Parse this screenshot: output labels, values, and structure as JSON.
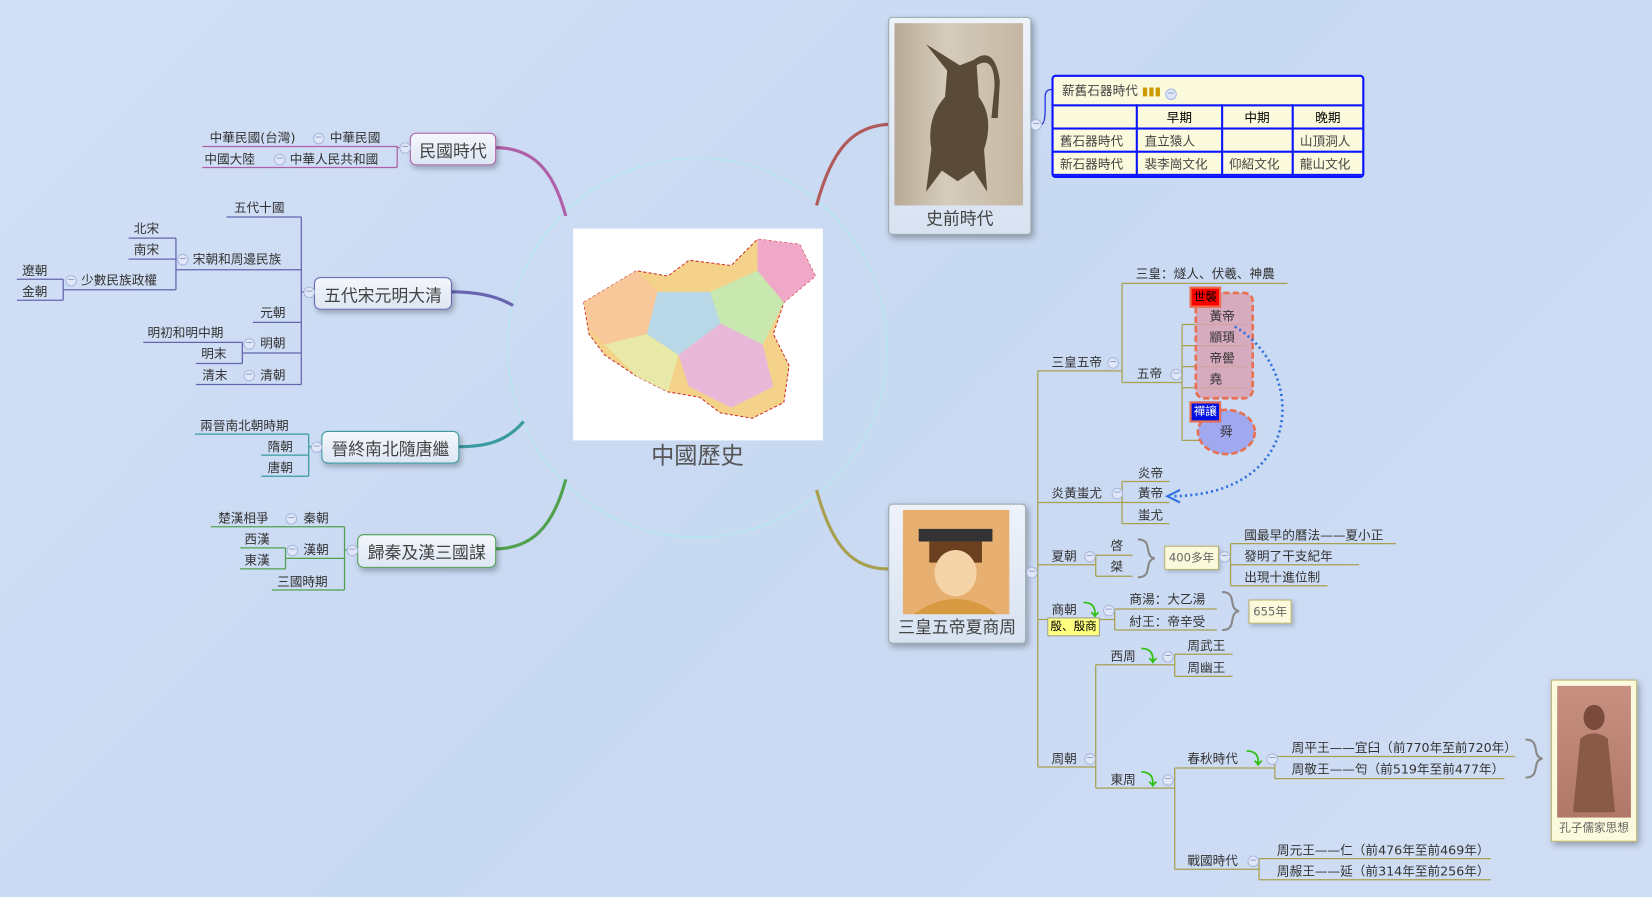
{
  "central": {
    "title": "中國歷史",
    "image": "china-map"
  },
  "colors": {
    "background": "#cddcf4",
    "prehistory": "#b05a5a",
    "ancient": "#a8a050",
    "minguo": "#b060a8",
    "song": "#6666b0",
    "jin": "#3a9aa0",
    "qin": "#50a050",
    "table_border": "#0a14ff",
    "dotted_relation": "#3070e0"
  },
  "minguo": {
    "label": "民國時代",
    "nodes": [
      "中華民國",
      "中華民國(台灣)",
      "中華人民共和國",
      "中國大陸"
    ]
  },
  "song": {
    "label": "五代宋元明大清",
    "nodes": [
      "五代十國",
      "宋朝和周邊民族",
      "北宋",
      "南宋",
      "少數民族政權",
      "遼朝",
      "金朝",
      "元朝",
      "明朝",
      "明初和明中期",
      "明末",
      "清朝",
      "清末"
    ]
  },
  "jin": {
    "label": "晉終南北隨唐繼",
    "nodes": [
      "兩晉南北朝時期",
      "隋朝",
      "唐朝"
    ]
  },
  "qin": {
    "label": "歸秦及漢三國謀",
    "nodes": [
      "秦朝",
      "楚漢相爭",
      "漢朝",
      "西漢",
      "東漢",
      "三國時期"
    ]
  },
  "prehistory": {
    "label": "史前時代",
    "image": "ancient-pottery-jug",
    "table": {
      "title": "薪舊石器時代",
      "headers": [
        "",
        "早期",
        "中期",
        "晚期"
      ],
      "rows": [
        [
          "舊石器時代",
          "直立猿人",
          "",
          "山頂洞人"
        ],
        [
          "新石器時代",
          "裴李崗文化",
          "仰紹文化",
          "龍山文化"
        ]
      ]
    }
  },
  "ancient": {
    "label": "三皇五帝夏商周",
    "image": "emperor-portrait",
    "sanhuang_wudi": {
      "label": "三皇五帝",
      "sanhuang": "三皇：燧人、伏羲、神農",
      "wudi": "五帝",
      "hereditary_label": "世襲",
      "abdication_label": "禪讓",
      "emperors": [
        "黃帝",
        "顓頊",
        "帝嚳",
        "堯",
        "舜"
      ]
    },
    "yanhuang": {
      "label": "炎黃蚩尤",
      "nodes": [
        "炎帝",
        "黃帝",
        "蚩尤"
      ]
    },
    "xia": {
      "label": "夏朝",
      "rulers": [
        "啓",
        "桀"
      ],
      "duration": "400多年",
      "facts": [
        "國最早的曆法——夏小正",
        "發明了干支紀年",
        "出現十進位制"
      ]
    },
    "shang": {
      "label": "商朝",
      "alias": "殷、殷商",
      "rulers": [
        "商湯：大乙湯",
        "紂王：帝辛受"
      ],
      "duration": "655年"
    },
    "zhou": {
      "label": "周朝",
      "west": {
        "label": "西周",
        "rulers": [
          "周武王",
          "周幽王"
        ]
      },
      "east": {
        "label": "東周",
        "chunqiu": {
          "label": "春秋時代",
          "rulers": [
            "周平王——宜臼（前770年至前720年）",
            "周敬王——匄（前519年至前477年）"
          ]
        },
        "zhanguo": {
          "label": "戰國時代",
          "rulers": [
            "周元王——仁（前476年至前469年）",
            "周赧王——延（前314年至前256年）"
          ]
        }
      },
      "confucius": {
        "label": "孔子儒家思想",
        "image": "confucius-portrait"
      }
    }
  }
}
